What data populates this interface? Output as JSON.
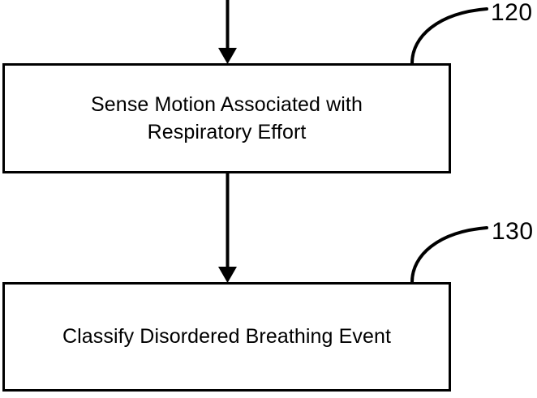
{
  "figure": {
    "type": "patent-flowchart",
    "background_color": "#ffffff",
    "stroke_color": "#000000"
  },
  "steps": [
    {
      "id": "box-120",
      "label": "Sense Motion Associated with\nRespiratory Effort",
      "reference_numeral": "120"
    },
    {
      "id": "box-130",
      "label": "Classify Disordered Breathing Event",
      "reference_numeral": "130"
    }
  ],
  "connectors": [
    {
      "name": "inbound-arrow",
      "from": "top-of-figure",
      "to": "box-120"
    },
    {
      "name": "arrow-120-to-130",
      "from": "box-120",
      "to": "box-130"
    }
  ],
  "leaders": [
    {
      "name": "leader-120",
      "points_to": "box-120",
      "numeral": "120"
    },
    {
      "name": "leader-130",
      "points_to": "box-130",
      "numeral": "130"
    }
  ]
}
